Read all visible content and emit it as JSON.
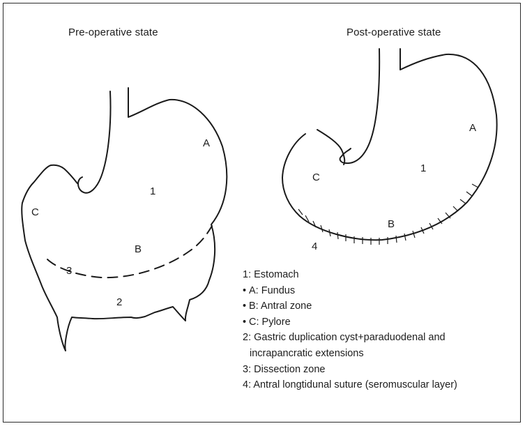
{
  "titles": {
    "pre": "Pre-operative state",
    "post": "Post-operative state"
  },
  "pre_labels": {
    "a": "A",
    "b": "B",
    "c": "C",
    "one": "1",
    "two": "2",
    "three": "3"
  },
  "post_labels": {
    "a": "A",
    "b": "B",
    "c": "C",
    "one": "1",
    "four": "4"
  },
  "legend": {
    "l1": "1: Estomach",
    "l2": "A: Fundus",
    "l3": "B: Antral zone",
    "l4": "C: Pylore",
    "l5": "2: Gastric duplication cyst+paraduodenal and",
    "l6": "incrapancratic extensions",
    "l7": "3: Dissection zone",
    "l8": "4: Antral longtidunal suture (seromuscular layer)"
  },
  "bullet_char": "•",
  "colors": {
    "line": "#1a1a1a",
    "text": "#1d1d1d",
    "background": "#ffffff"
  }
}
